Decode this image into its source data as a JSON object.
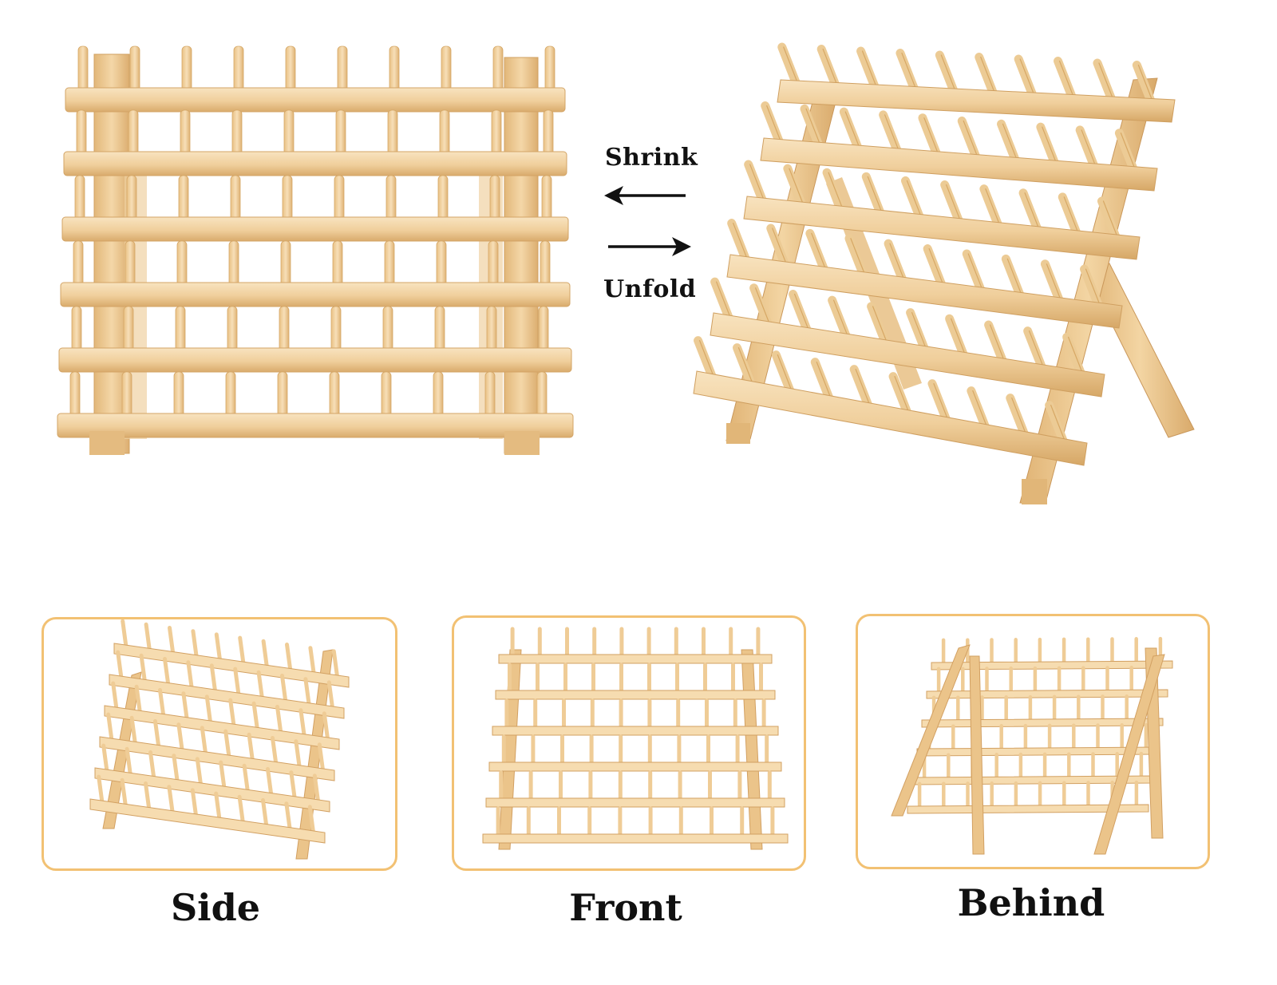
{
  "arrows": {
    "shrink_label": "Shrink",
    "unfold_label": "Unfold"
  },
  "views": [
    {
      "label": "Side"
    },
    {
      "label": "Front"
    },
    {
      "label": "Behind"
    }
  ],
  "colors": {
    "wood_light": "#f6dcb0",
    "wood_mid": "#ebc48a",
    "wood_dark": "#d2a062",
    "peg": "#efcc96",
    "panel_border": "#f2c173",
    "text": "#111111"
  },
  "icons": {
    "shrink_arrow": "arrow-left-icon",
    "unfold_arrow": "arrow-right-icon"
  }
}
